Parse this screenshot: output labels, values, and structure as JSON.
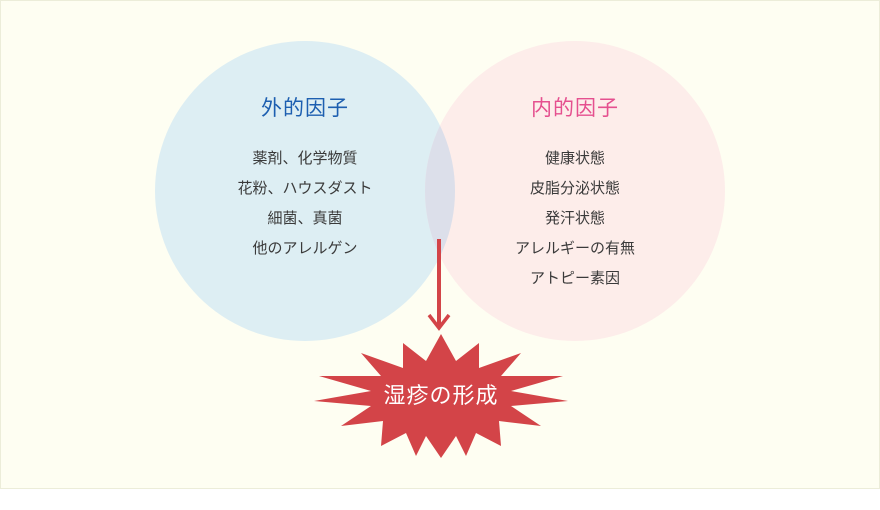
{
  "diagram": {
    "type": "venn-to-result",
    "external_factors": {
      "title": "外的因子",
      "title_color": "#1d5fb0",
      "fill_color": "#ddeef3",
      "items": [
        "薬剤、化学物質",
        "花粉、ハウスダスト",
        "細菌、真菌",
        "他のアレルゲン"
      ]
    },
    "internal_factors": {
      "title": "内的因子",
      "title_color": "#e5508f",
      "fill_color": "#fde8e8",
      "items": [
        "健康状態",
        "皮脂分泌状態",
        "発汗状態",
        "アレルギーの有無",
        "アトピー素因"
      ]
    },
    "result": {
      "label": "湿疹の形成",
      "shape": "starburst",
      "fill_color": "#d34448",
      "text_color": "#ffffff"
    },
    "arrow": {
      "direction": "down",
      "color": "#d34448"
    }
  }
}
